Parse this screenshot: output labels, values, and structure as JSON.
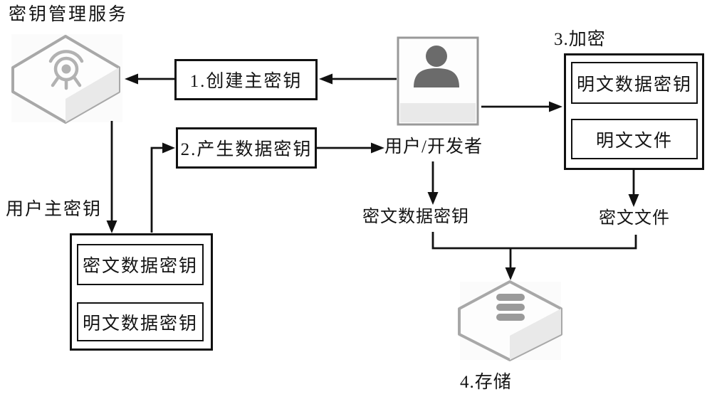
{
  "diagram": {
    "title": "密钥管理服务",
    "user": {
      "label": "用户/开发者",
      "icon": "user-avatar-icon"
    },
    "steps": {
      "step1": {
        "label": "1.创建主密钥"
      },
      "step2": {
        "label": "2.产生数据密钥"
      },
      "step3": {
        "label": "3.加密"
      },
      "step4": {
        "label": "4.存储"
      }
    },
    "encrypt_box": {
      "items": [
        "明文数据密钥",
        "明文文件"
      ]
    },
    "master_key_box": {
      "label": "用户主密钥",
      "items": [
        "密文数据密钥",
        "明文数据密钥"
      ]
    },
    "flow_labels": {
      "cipher_data_key": "密文数据密钥",
      "cipher_file": "密文文件"
    },
    "icons": {
      "kms": "kms-key-seal-hexagon-icon",
      "user": "user-avatar-icon",
      "storage": "database-hexagon-icon"
    },
    "colors": {
      "background": "#ffffff",
      "line": "#111111",
      "box_border": "#111111",
      "icon_outline": "#a8a8a8",
      "icon_shade": "#e9e9e9",
      "person_gray": "#6b6b6b",
      "database_gray": "#9a9a9a"
    }
  }
}
